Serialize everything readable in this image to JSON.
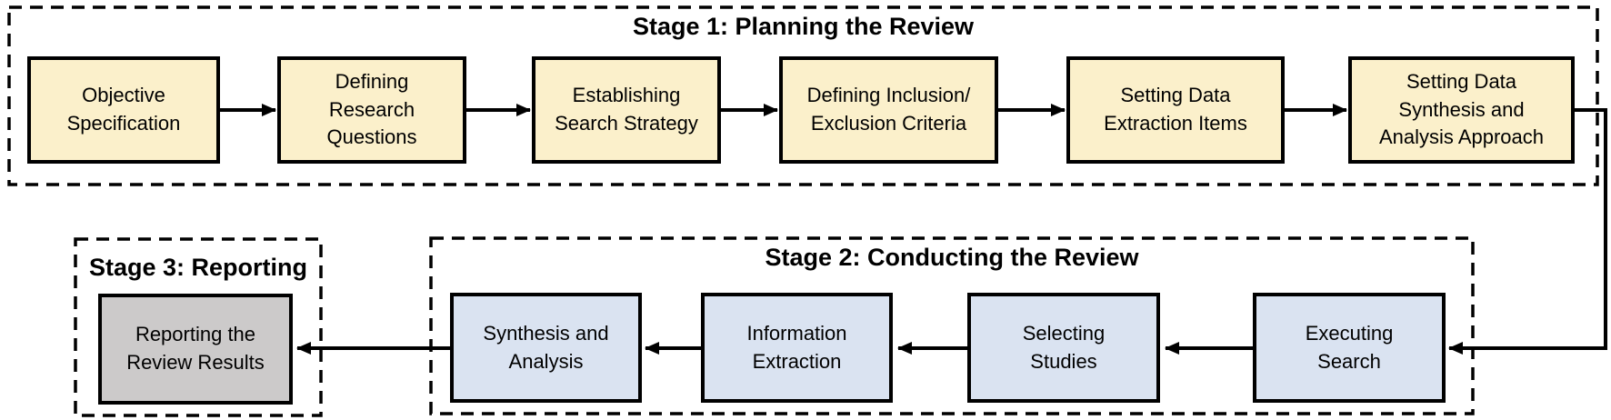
{
  "diagram": {
    "stages": [
      {
        "title": "Stage 1: Planning the Review",
        "steps": [
          "Objective\nSpecification",
          "Defining\nResearch\nQuestions",
          "Establishing\nSearch Strategy",
          "Defining Inclusion/\nExclusion Criteria",
          "Setting Data\nExtraction Items",
          "Setting Data\nSynthesis and\nAnalysis Approach"
        ]
      },
      {
        "title": "Stage 2: Conducting the Review",
        "steps": [
          "Executing\nSearch",
          "Selecting\nStudies",
          "Information\nExtraction",
          "Synthesis and\nAnalysis"
        ]
      },
      {
        "title": "Stage 3: Reporting",
        "steps": [
          "Reporting the\nReview Results"
        ]
      }
    ]
  },
  "colors": {
    "planning_fill": "#FBF0CB",
    "conducting_fill": "#DAE3F1",
    "reporting_fill": "#CCCACA",
    "line_color": "#000000"
  }
}
